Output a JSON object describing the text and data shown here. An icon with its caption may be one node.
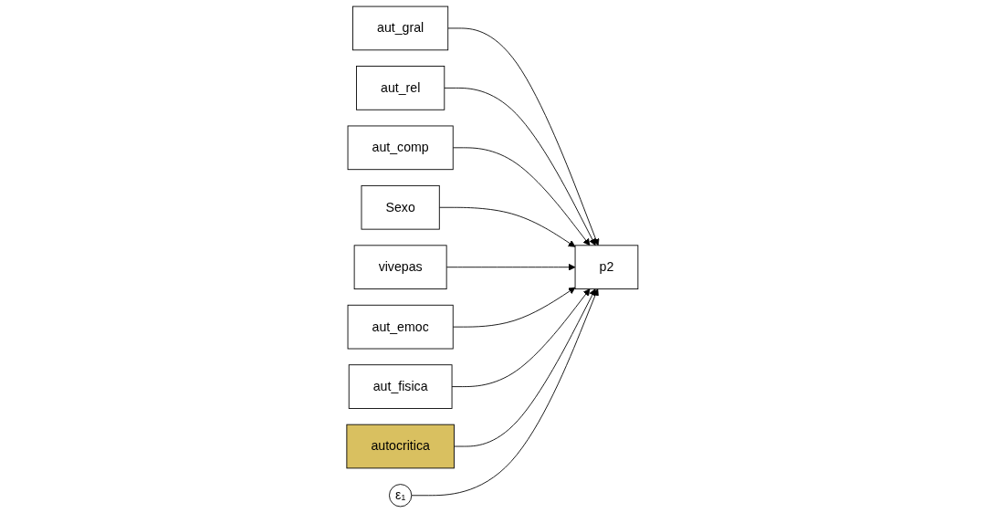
{
  "diagram": {
    "nodes": [
      {
        "text": [
          "aut_gral"
        ]
      },
      {
        "text": [
          "aut_rel"
        ]
      },
      {
        "text": [
          "aut_comp"
        ]
      },
      {
        "text": [
          "Sexo"
        ]
      },
      {
        "text": [
          "vivepas"
        ]
      },
      {
        "text": [
          "aut_emoc"
        ]
      },
      {
        "text": [
          "aut_fisica"
        ]
      },
      {
        "text": [
          "autocritica"
        ]
      },
      {
        "text": [
          "p2"
        ]
      },
      {
        "text": [
          "ε₁"
        ]
      }
    ],
    "edges": [
      {
        "from": 0,
        "to": 8,
        "arrow": "to"
      },
      {
        "from": 1,
        "to": 8,
        "arrow": "to"
      },
      {
        "from": 2,
        "to": 8,
        "arrow": "to"
      },
      {
        "from": 3,
        "to": 8,
        "arrow": "to"
      },
      {
        "from": 4,
        "to": 8,
        "arrow": "to"
      },
      {
        "from": 5,
        "to": 8,
        "arrow": "to"
      },
      {
        "from": 6,
        "to": 8,
        "arrow": "to"
      },
      {
        "from": 7,
        "to": 8,
        "arrow": "to"
      },
      {
        "from": 9,
        "to": 8,
        "arrow": "to"
      }
    ]
  }
}
